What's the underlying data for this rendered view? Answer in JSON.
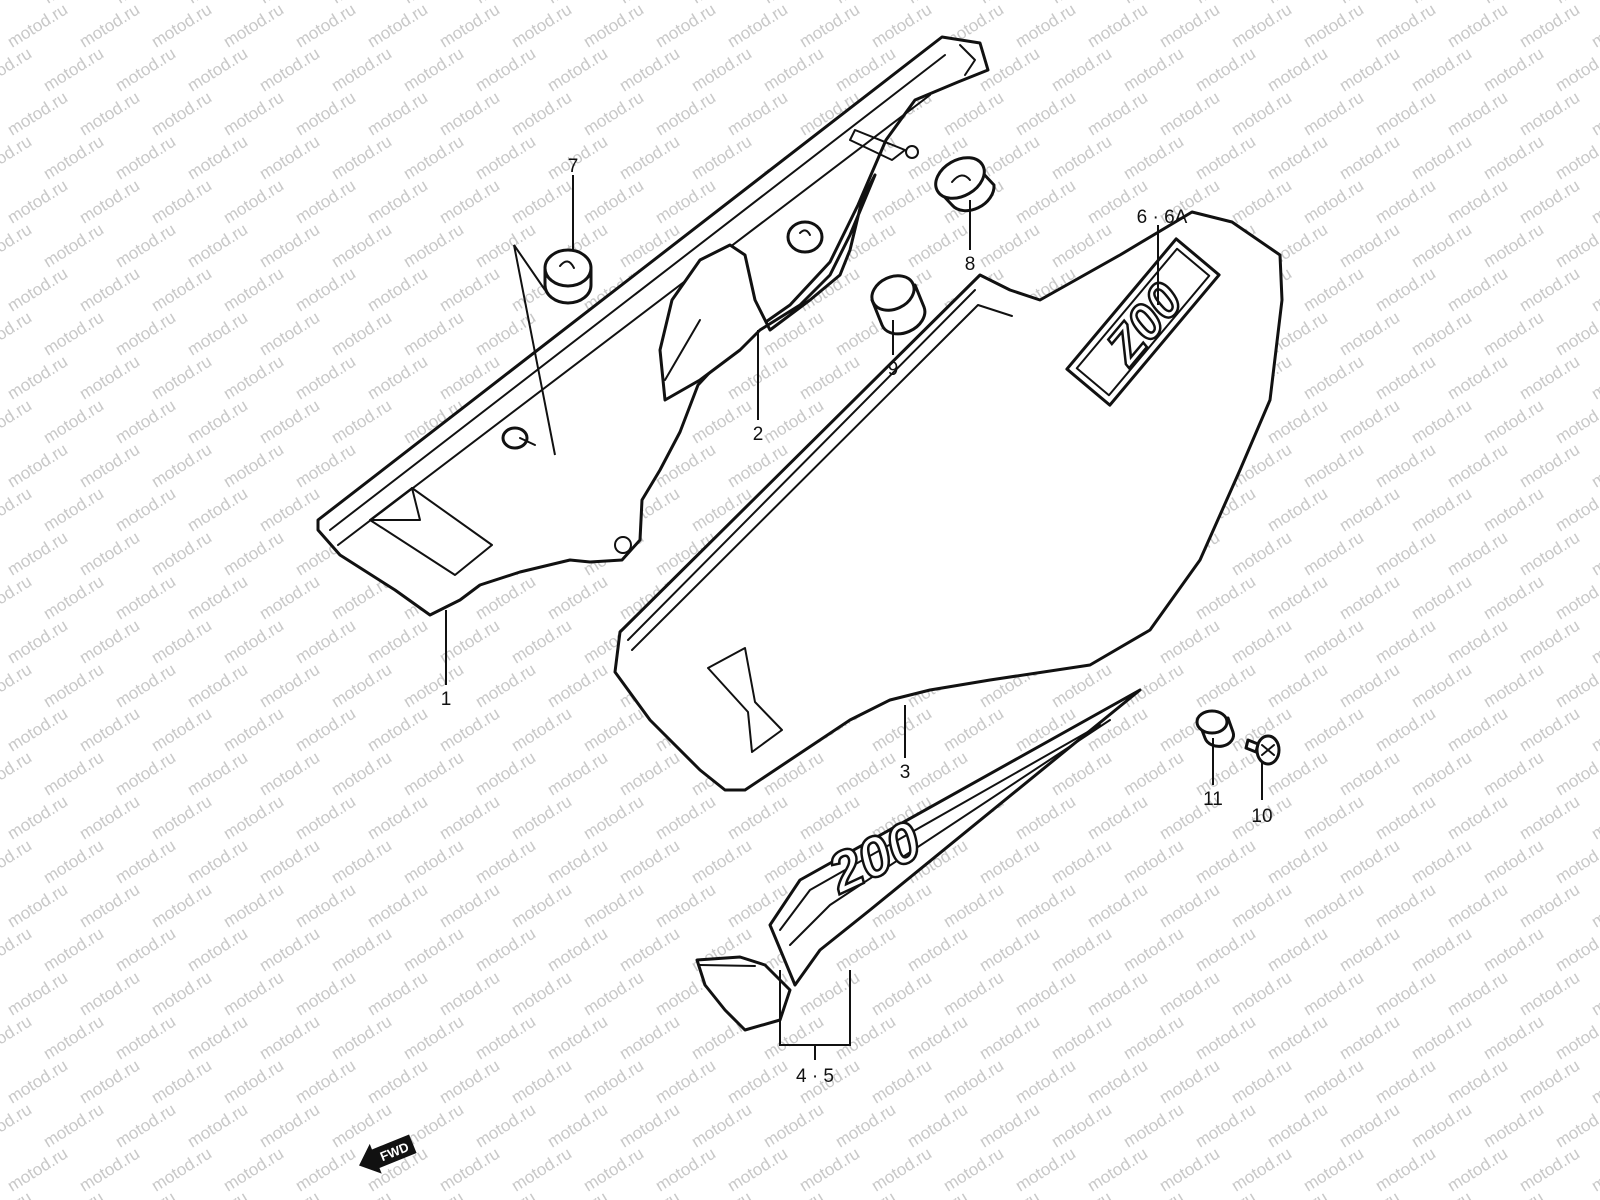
{
  "watermark": "motod.ru",
  "colors": {
    "line": "#111111",
    "watermark": "#c8c8c8",
    "background": "#ffffff"
  },
  "parts": {
    "p1": "1",
    "p2": "2",
    "p3": "3",
    "p45": "4 · 5",
    "p6": "6 · 6A",
    "p7": "7",
    "p8": "8",
    "p9": "9",
    "p10": "10",
    "p11": "11"
  },
  "logos": {
    "cover": "Z00",
    "emblem": "200"
  },
  "fwd": {
    "label": "FWD",
    "icon": "fwd-arrow-icon"
  }
}
